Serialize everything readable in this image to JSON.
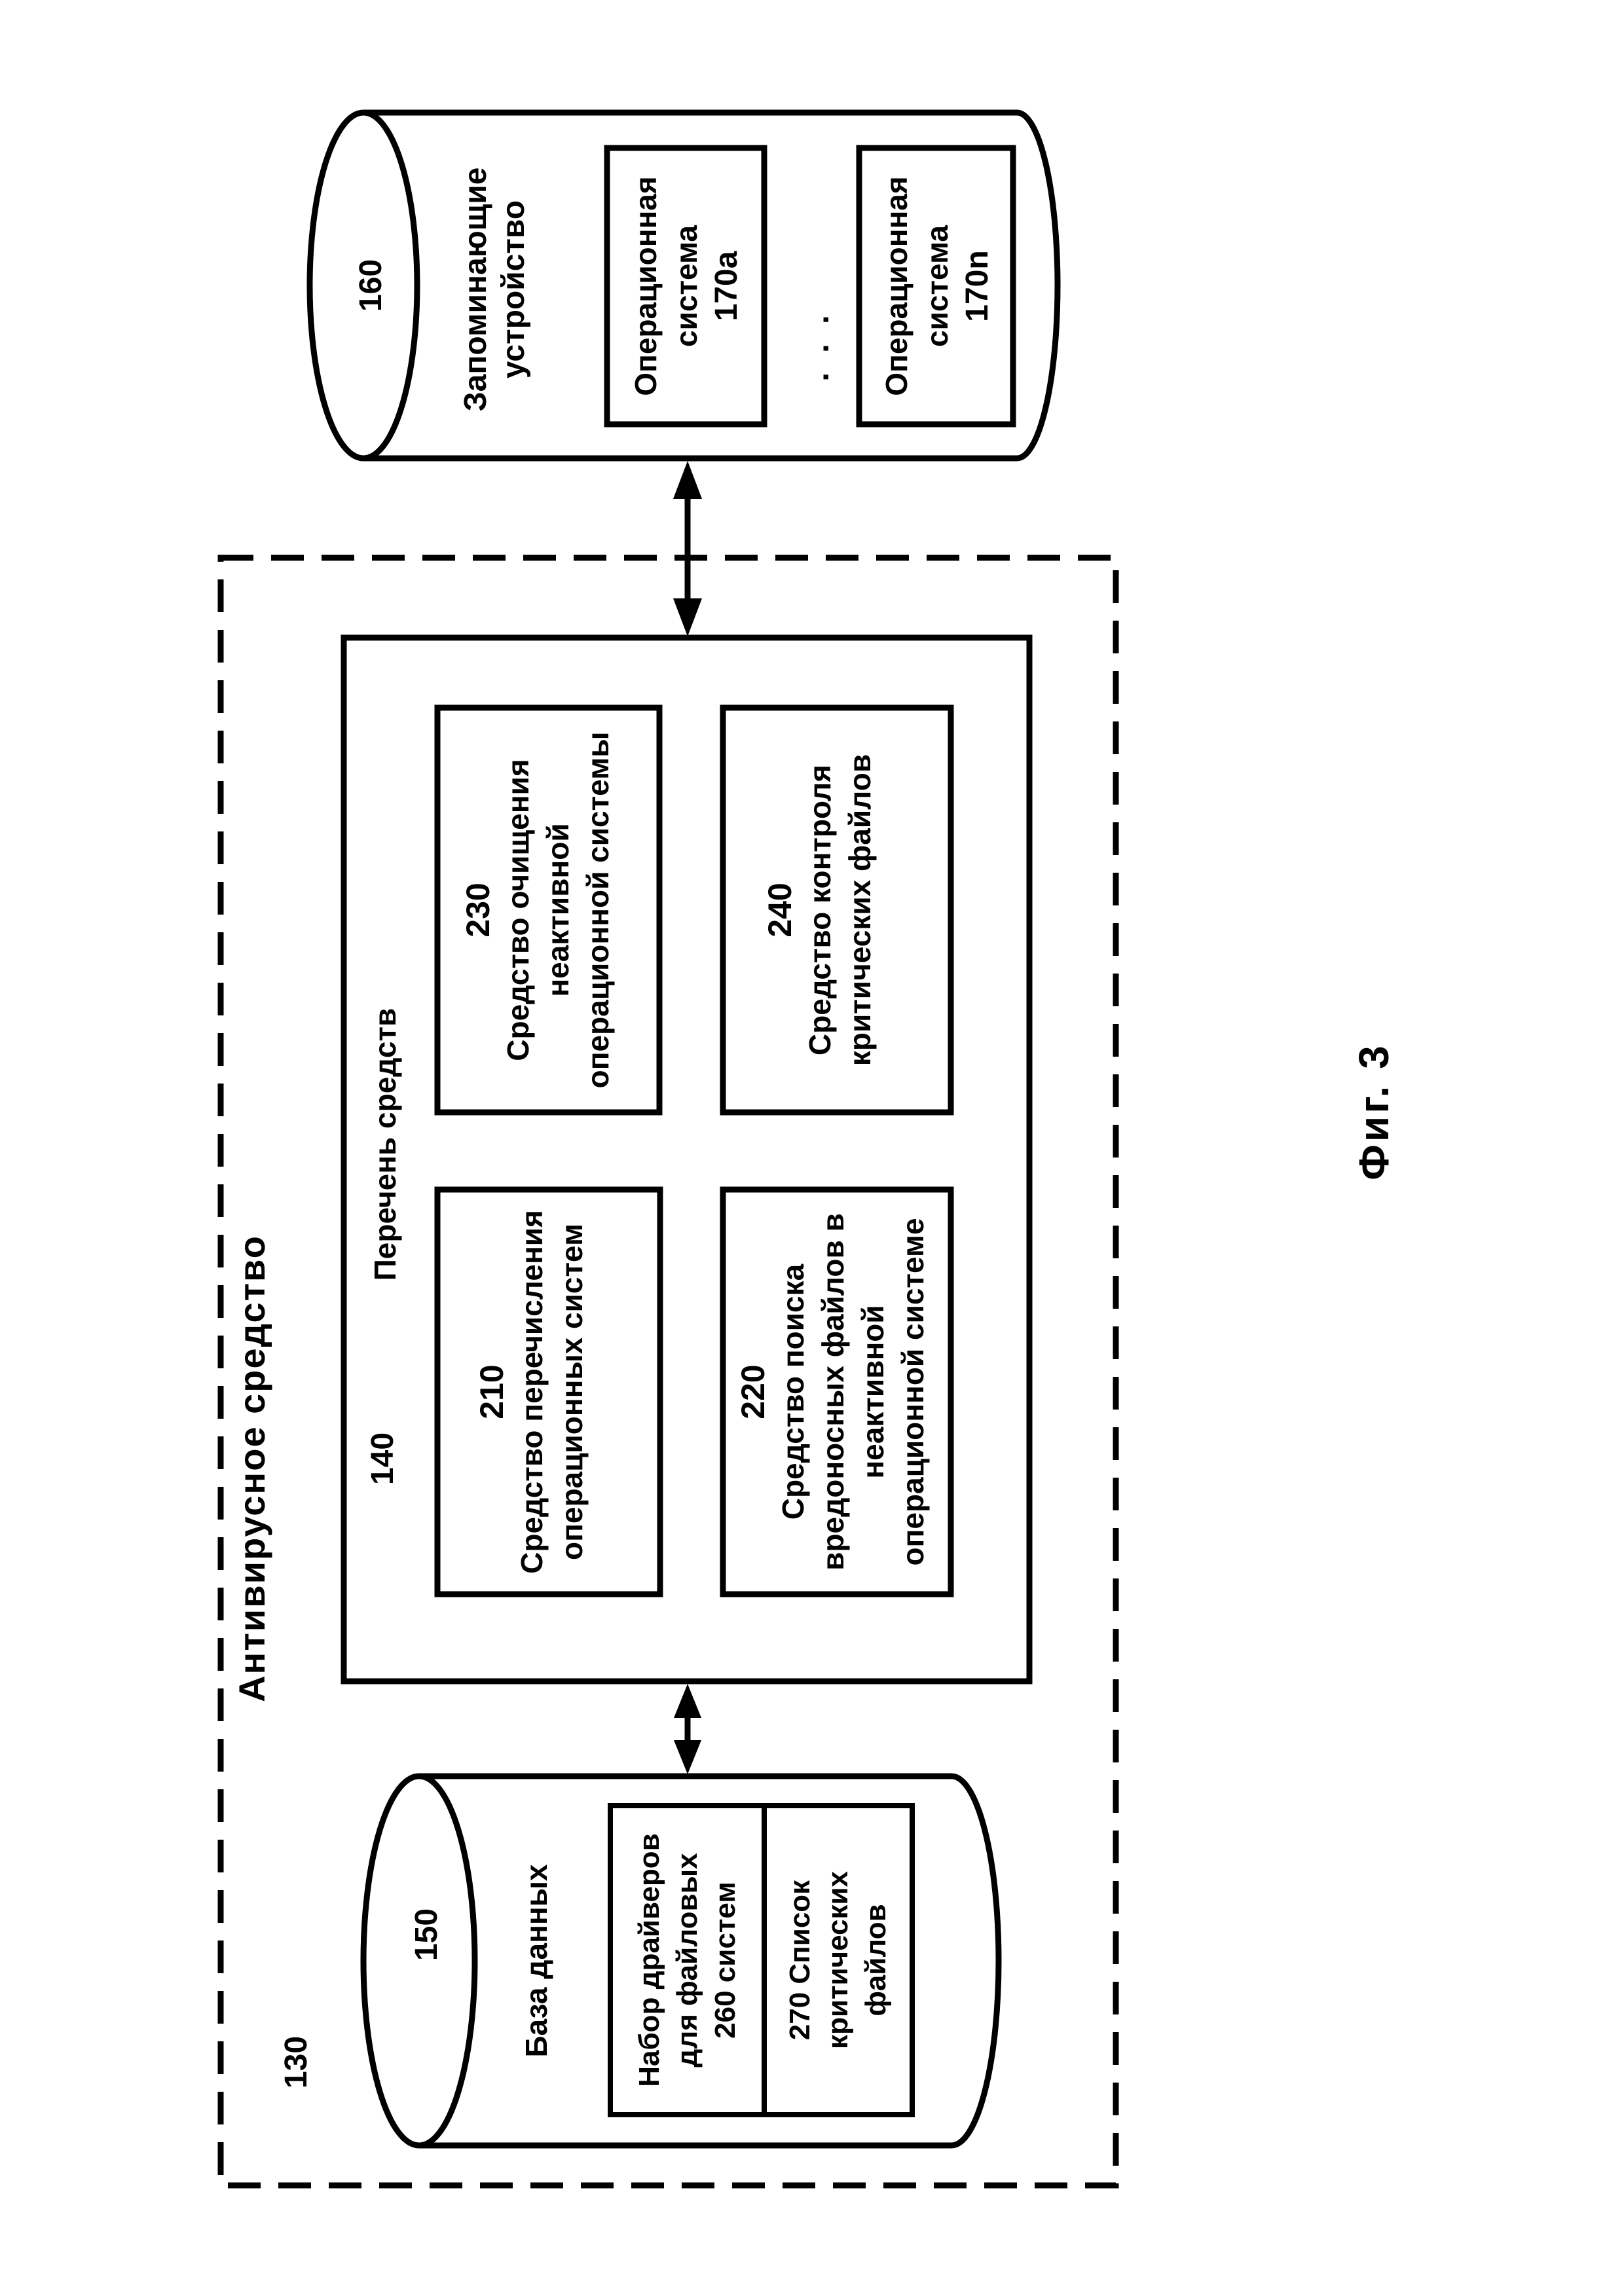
{
  "figure": {
    "caption": "Фиг. 3",
    "storage": {
      "number": "160",
      "label": "Запоминающие\nустройство",
      "ellipsis": ". . .",
      "os_first": {
        "title": "Операционная\nсистема",
        "number": "170a"
      },
      "os_last": {
        "title": "Операционная\nсистема",
        "number": "170n"
      }
    },
    "antivirus": {
      "number": "130",
      "label": "Антивирусное средство",
      "tools_panel": {
        "number": "140",
        "label": "Перечень средств",
        "tools": [
          {
            "number": "210",
            "label": "Средство перечисления\nоперационных систем"
          },
          {
            "number": "220",
            "label": "Средство поиска\nвредоносных файлов в\nнеактивной\nоперационной системе"
          },
          {
            "number": "230",
            "label": "Средство очищения\nнеактивной\nоперационной системы"
          },
          {
            "number": "240",
            "label": "Средство контроля\nкритических файлов"
          }
        ]
      },
      "database": {
        "number": "150",
        "label": "База данных",
        "cells": [
          {
            "number": "260",
            "display": "Набор драйверов\nдля файловых\n260   систем"
          },
          {
            "number": "270",
            "display": "270 Список\nкритических\nфайлов"
          }
        ]
      }
    }
  }
}
